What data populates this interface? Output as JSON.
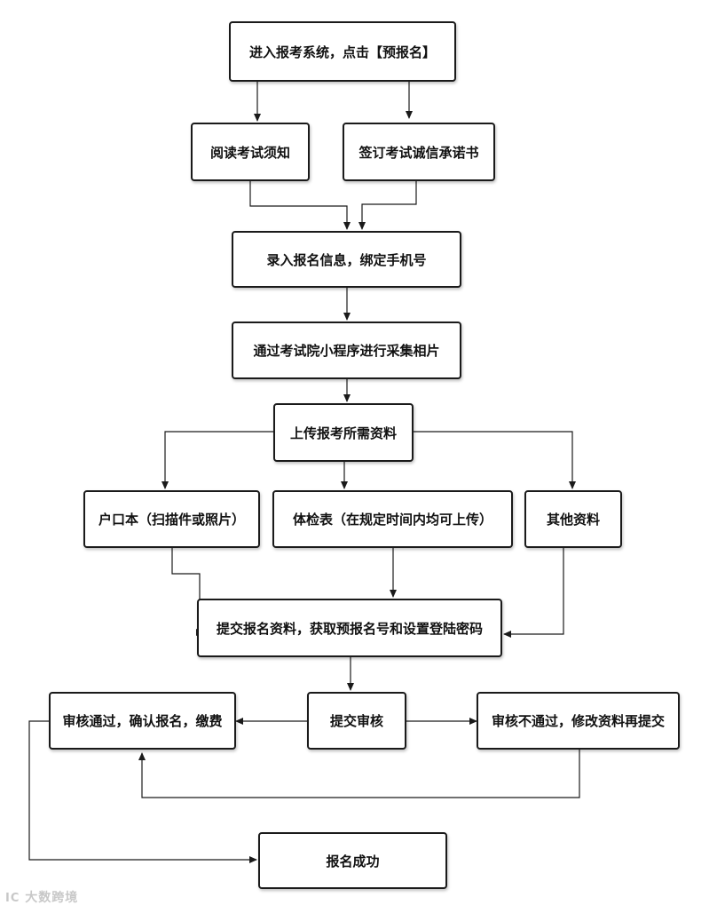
{
  "flowchart": {
    "nodes": {
      "enter_system": "进入报考系统，点击【预报名】",
      "read_notice": "阅读考试须知",
      "sign_pledge": "签订考试诚信承诺书",
      "enter_info": "录入报名信息，绑定手机号",
      "collect_photo": "通过考试院小程序进行采集相片",
      "upload_docs": "上传报考所需资料",
      "hukou": "户口本（扫描件或照片）",
      "physical_exam": "体检表（在规定时间内均可上传）",
      "other_docs": "其他资料",
      "submit_info": "提交报名资料，获取预报名号和设置登陆密码",
      "submit_review": "提交审核",
      "review_pass": "审核通过，确认报名，缴费",
      "review_fail": "审核不通过，修改资料再提交",
      "success": "报名成功"
    }
  },
  "watermark": {
    "mark": "IC",
    "text": "大数跨境"
  },
  "colors": {
    "line": "#1a1a1a",
    "border": "#1a1a1a",
    "watermark": "#c8c8c8"
  }
}
